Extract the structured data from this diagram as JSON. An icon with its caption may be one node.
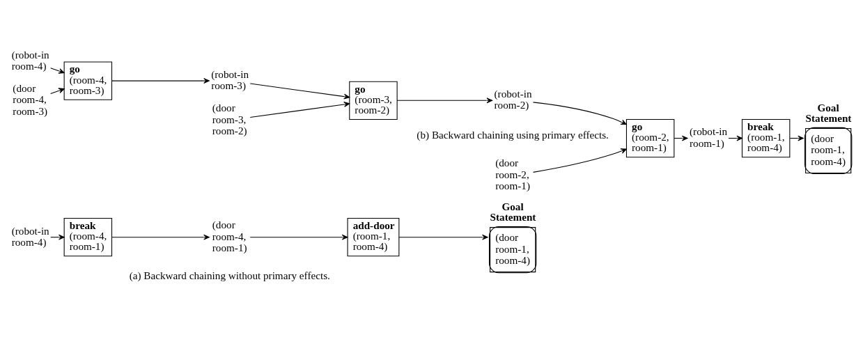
{
  "diagram": {
    "nodes": [
      {
        "text": [
          "(robot-in room-4)"
        ]
      },
      {
        "text": [
          "break",
          "(room-4, room-1)"
        ]
      },
      {
        "text": [
          "(door room-4, room-1)"
        ]
      },
      {
        "text": [
          "add-door",
          "(room-1, room-4)"
        ]
      },
      {
        "text": [
          "Goal Statement",
          "(door room-1, room-4)"
        ]
      },
      {
        "text": [
          "(robot-in room-4)"
        ]
      },
      {
        "text": [
          "(door room-4, room-3)"
        ]
      },
      {
        "text": [
          "go",
          "(room-4, room-3)"
        ]
      },
      {
        "text": [
          "(robot-in room-3)"
        ]
      },
      {
        "text": [
          "(door room-3, room-2)"
        ]
      },
      {
        "text": [
          "go",
          "(room-3, room-2)"
        ]
      },
      {
        "text": [
          "(robot-in room-2)"
        ]
      },
      {
        "text": [
          "(door room-2, room-1)"
        ]
      },
      {
        "text": [
          "go",
          "(room-2, room-1)"
        ]
      },
      {
        "text": [
          "(robot-in room-1)"
        ]
      },
      {
        "text": [
          "break",
          "(room-1, room-4)"
        ]
      },
      {
        "text": [
          "Goal Statement",
          "(door room-1, room-4)"
        ]
      }
    ],
    "edges": [
      {
        "from": 0,
        "to": 1,
        "arrow": "to"
      },
      {
        "from": 1,
        "to": 2,
        "arrow": "to"
      },
      {
        "from": 2,
        "to": 3,
        "arrow": "to"
      },
      {
        "from": 3,
        "to": 4,
        "arrow": "to"
      },
      {
        "from": 5,
        "to": 7,
        "arrow": "to"
      },
      {
        "from": 6,
        "to": 7,
        "arrow": "to"
      },
      {
        "from": 7,
        "to": 8,
        "arrow": "to"
      },
      {
        "from": 8,
        "to": 10,
        "arrow": "to"
      },
      {
        "from": 9,
        "to": 10,
        "arrow": "to"
      },
      {
        "from": 10,
        "to": 11,
        "arrow": "to"
      },
      {
        "from": 11,
        "to": 13,
        "arrow": "to"
      },
      {
        "from": 12,
        "to": 13,
        "arrow": "to"
      },
      {
        "from": 13,
        "to": 14,
        "arrow": "to"
      },
      {
        "from": 14,
        "to": 15,
        "arrow": "to"
      },
      {
        "from": 15,
        "to": 16,
        "arrow": "to"
      }
    ],
    "labels": [
      "(a) Backward chaining without primary effects.",
      "(b) Backward chaining using primary effects."
    ]
  }
}
